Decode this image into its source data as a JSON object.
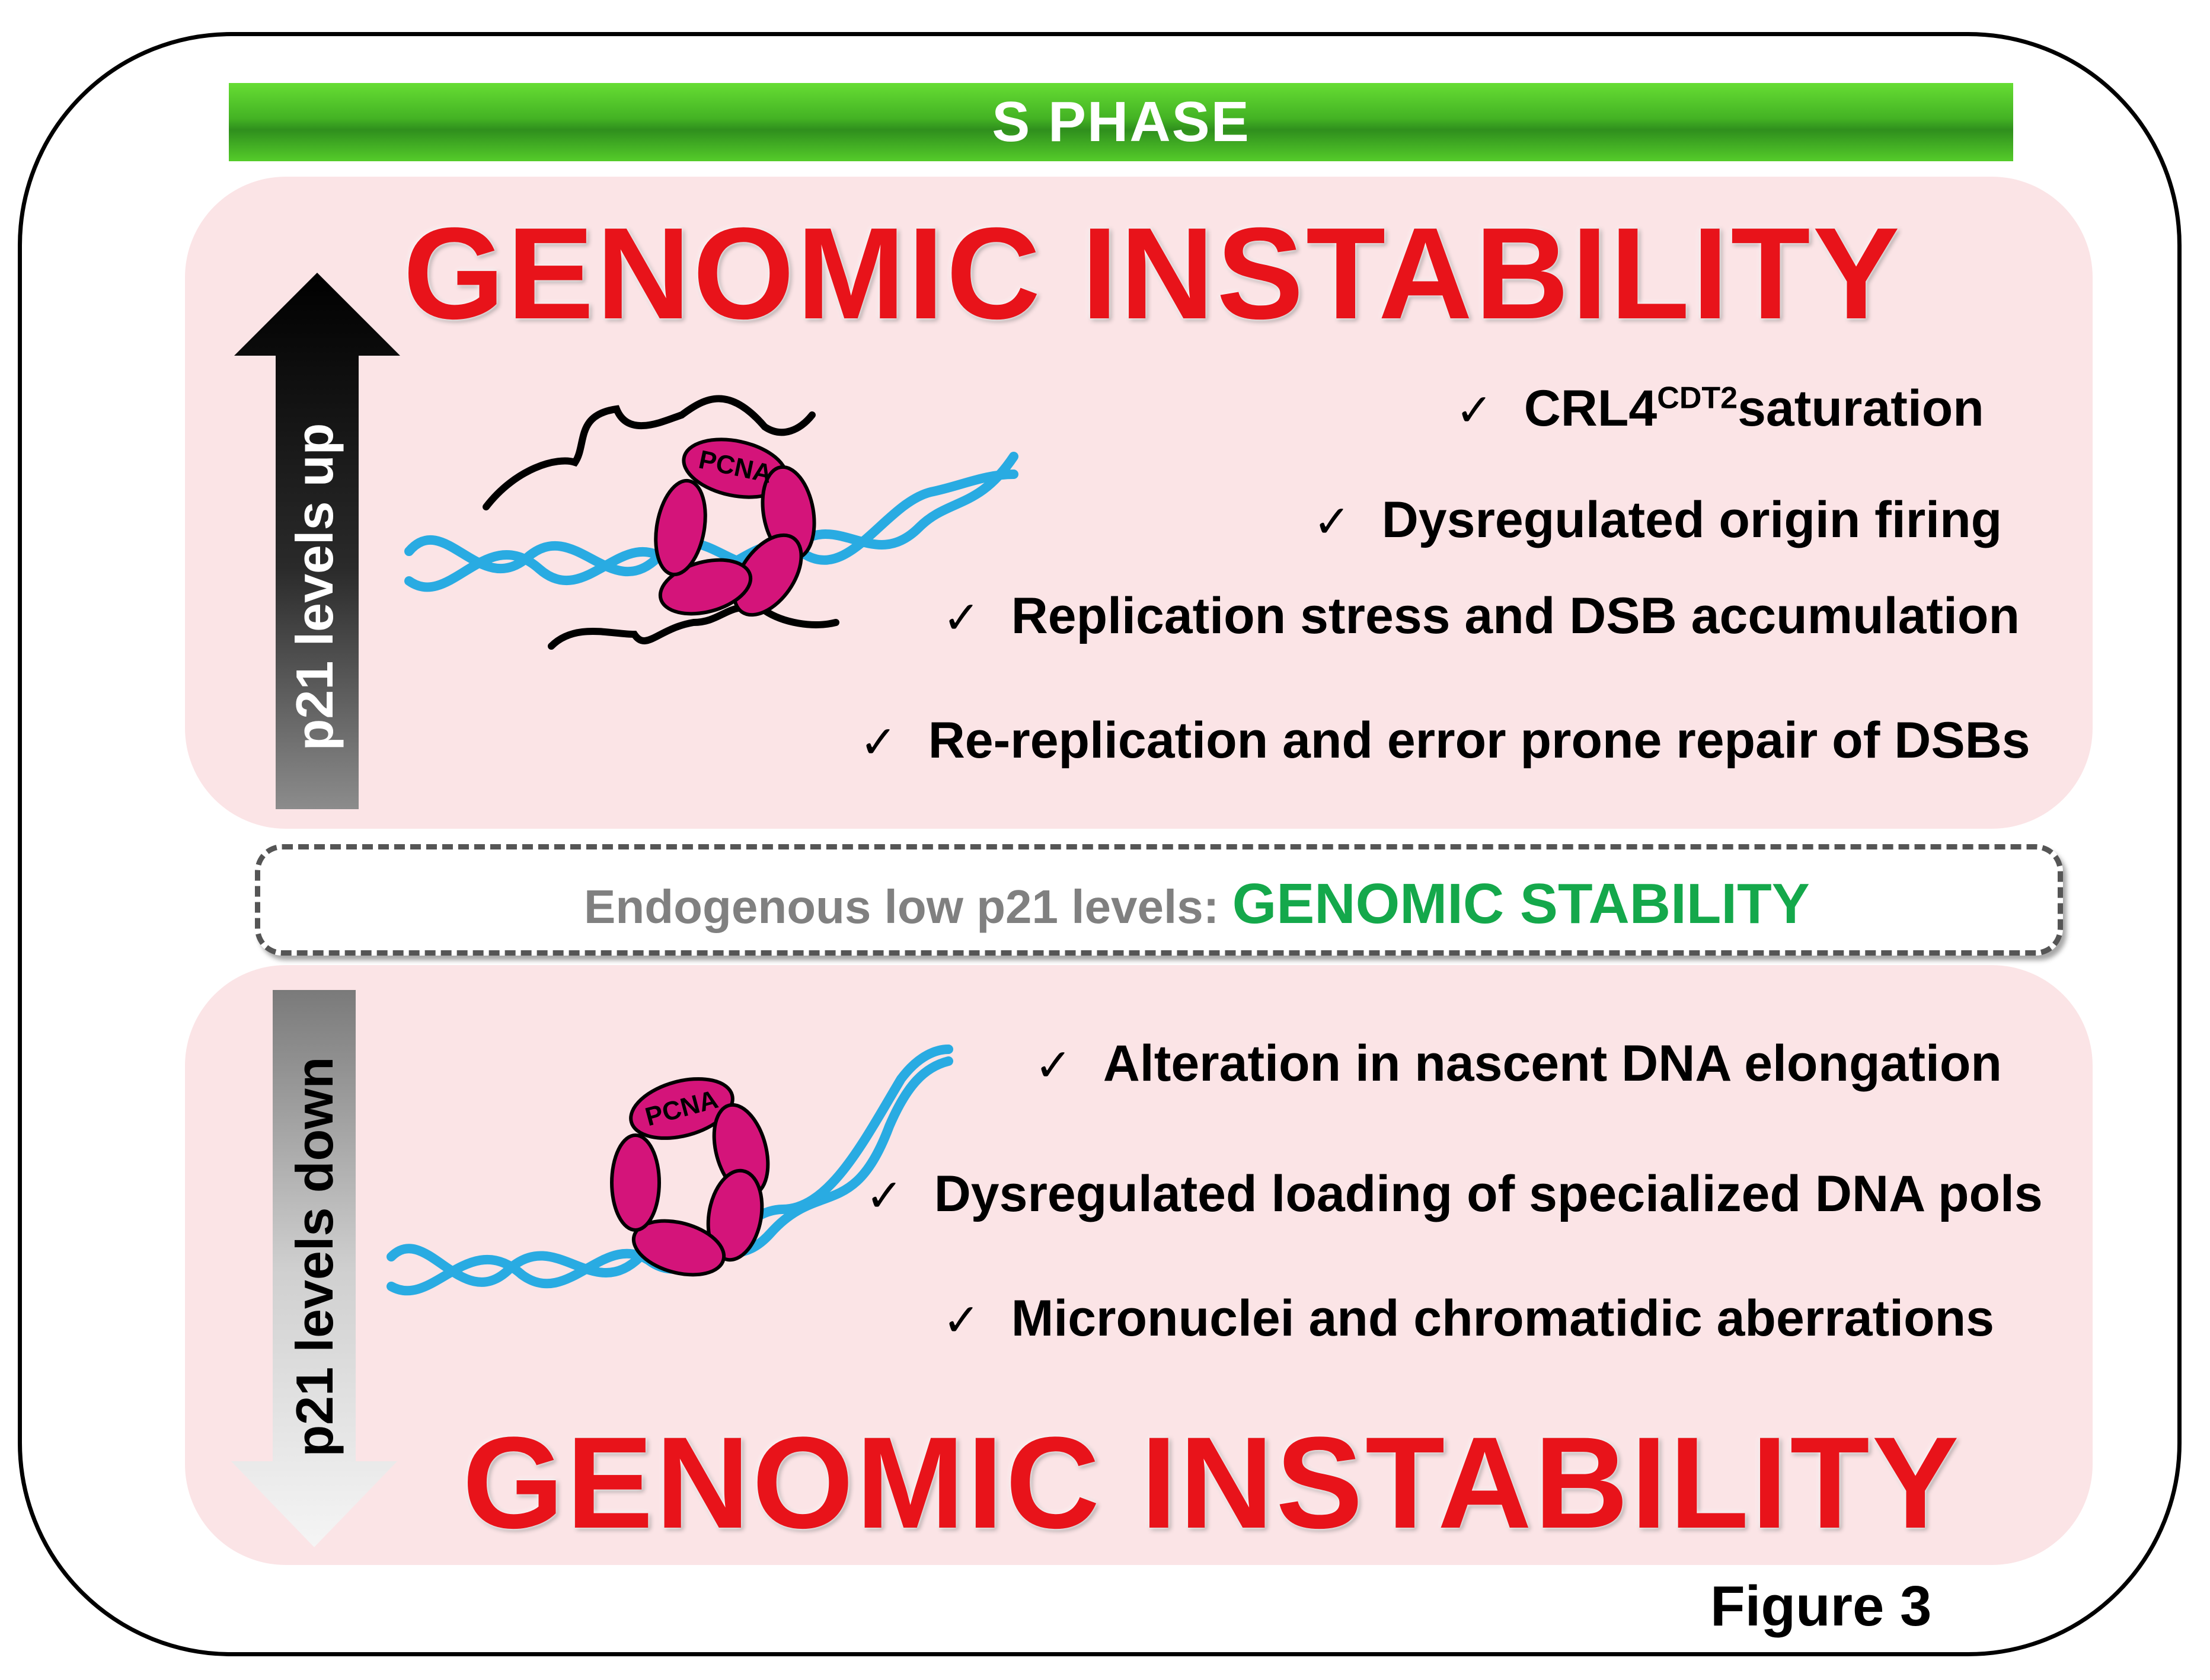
{
  "phase": {
    "label": "S PHASE"
  },
  "top_panel": {
    "headline": "GENOMIC INSTABILITY",
    "arrow_label": "p21 levels up",
    "protein_label": "PCNA",
    "bullets": [
      {
        "check": "✓",
        "text": "CRL4",
        "sup": "CDT2",
        "rest": "saturation"
      },
      {
        "check": "✓",
        "text": "Dysregulated origin firing"
      },
      {
        "check": "✓",
        "text": "Replication stress and DSB accumulation"
      },
      {
        "check": "✓",
        "text": "Re-replication and error prone repair of DSBs"
      }
    ]
  },
  "middle": {
    "prefix": "Endogenous low p21 levels: ",
    "emphasis": "GENOMIC STABILITY"
  },
  "bottom_panel": {
    "headline": "GENOMIC INSTABILITY",
    "arrow_label": "p21 levels down",
    "protein_label": "PCNA",
    "bullets": [
      {
        "check": "✓",
        "text": "Alteration in nascent DNA elongation"
      },
      {
        "check": "✓",
        "text": "Dysregulated loading of specialized DNA pols"
      },
      {
        "check": "✓",
        "text": "Micronuclei and chromatidic aberrations"
      }
    ]
  },
  "figure_label": "Figure 3",
  "colors": {
    "phase_green": "#44b324",
    "headline_red": "#e8131a",
    "stability_green": "#14a84b",
    "panel_pink": "#fbe4e6",
    "dna_blue": "#29abe2",
    "pcna_magenta": "#d4147a"
  }
}
